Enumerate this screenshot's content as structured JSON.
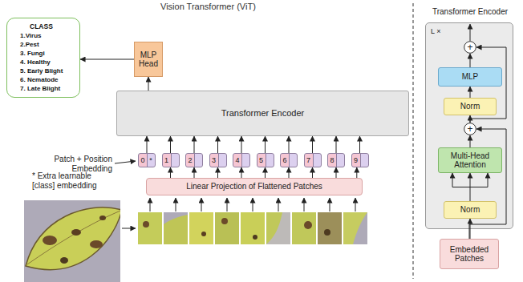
{
  "diagram": {
    "title": "Vision Transformer (ViT)",
    "nodes": [
      {
        "text": [
          "CLASS",
          "1.Virus",
          "2.Pest",
          "3. Fungi",
          "4. Healthy",
          "5. Early Blight",
          "6. Nematode",
          "7. Late Blight"
        ]
      },
      {
        "text": [
          "MLP Head"
        ]
      },
      {
        "text": [
          "Transformer Encoder"
        ]
      },
      {
        "text": [
          "0",
          "*"
        ]
      },
      {
        "text": [
          "1"
        ]
      },
      {
        "text": [
          "2"
        ]
      },
      {
        "text": [
          "3"
        ]
      },
      {
        "text": [
          "4"
        ]
      },
      {
        "text": [
          "5"
        ]
      },
      {
        "text": [
          "6"
        ]
      },
      {
        "text": [
          "7"
        ]
      },
      {
        "text": [
          "8"
        ]
      },
      {
        "text": [
          "9"
        ]
      },
      {
        "text": [
          "Linear Projection of Flattened Patches"
        ]
      },
      {
        "text": [
          "Transformer Encoder",
          "L ×"
        ]
      },
      {
        "text": [
          "+"
        ],
        "in": 14
      },
      {
        "text": [
          "MLP"
        ],
        "in": 14
      },
      {
        "text": [
          "Norm"
        ],
        "in": 14
      },
      {
        "text": [
          "+"
        ],
        "in": 14
      },
      {
        "text": [
          "Multi-Head Attention"
        ],
        "in": 14
      },
      {
        "text": [
          "Norm"
        ],
        "in": 14
      },
      {
        "text": [
          "Embedded Patches"
        ]
      }
    ],
    "edges": [
      {
        "from": 1,
        "to": 0,
        "arrow": "to"
      },
      {
        "from": 2,
        "to": 1,
        "arrow": "to"
      },
      {
        "from": 3,
        "to": 2,
        "arrow": "to"
      },
      {
        "from": 4,
        "to": 2,
        "arrow": "to"
      },
      {
        "from": 5,
        "to": 2,
        "arrow": "to"
      },
      {
        "from": 6,
        "to": 2,
        "arrow": "to"
      },
      {
        "from": 7,
        "to": 2,
        "arrow": "to"
      },
      {
        "from": 8,
        "to": 2,
        "arrow": "to"
      },
      {
        "from": 9,
        "to": 2,
        "arrow": "to"
      },
      {
        "from": 10,
        "to": 2,
        "arrow": "to"
      },
      {
        "from": 11,
        "to": 2,
        "arrow": "to"
      },
      {
        "from": 12,
        "to": 2,
        "arrow": "to"
      },
      {
        "from": 13,
        "to": 4,
        "arrow": "to"
      },
      {
        "from": 13,
        "to": 5,
        "arrow": "to"
      },
      {
        "from": 13,
        "to": 6,
        "arrow": "to"
      },
      {
        "from": 13,
        "to": 7,
        "arrow": "to"
      },
      {
        "from": 13,
        "to": 8,
        "arrow": "to"
      },
      {
        "from": 13,
        "to": 9,
        "arrow": "to"
      },
      {
        "from": 13,
        "to": 10,
        "arrow": "to"
      },
      {
        "from": 13,
        "to": 11,
        "arrow": "to"
      },
      {
        "from": 13,
        "to": 12,
        "arrow": "to"
      },
      {
        "from": 21,
        "to": 20,
        "arrow": "to"
      },
      {
        "from": 20,
        "to": 19,
        "arrow": "to"
      },
      {
        "from": 19,
        "to": 18,
        "arrow": "to"
      },
      {
        "from": 18,
        "to": 17,
        "arrow": "to"
      },
      {
        "from": 17,
        "to": 16,
        "arrow": "to"
      },
      {
        "from": 16,
        "to": 15,
        "arrow": "to"
      },
      {
        "from": 21,
        "to": 18,
        "arrow": "to"
      },
      {
        "from": 18,
        "to": 15,
        "arrow": "to"
      }
    ],
    "labels": [
      "Patch + Position Embedding",
      "* Extra learnable [class] embedding"
    ]
  }
}
